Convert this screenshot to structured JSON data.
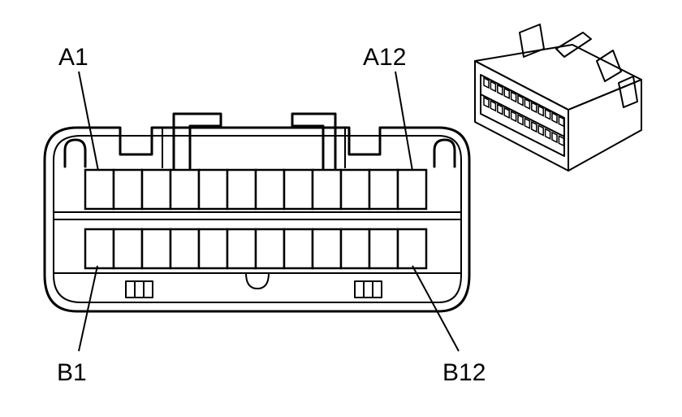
{
  "labels": {
    "a_first": "A1",
    "a_last": "A12",
    "b_first": "B1",
    "b_last": "B12"
  },
  "connector": {
    "pins_per_row": 12,
    "rows": [
      "A",
      "B"
    ]
  },
  "colors": {
    "line": "#000000",
    "background": "#ffffff"
  }
}
